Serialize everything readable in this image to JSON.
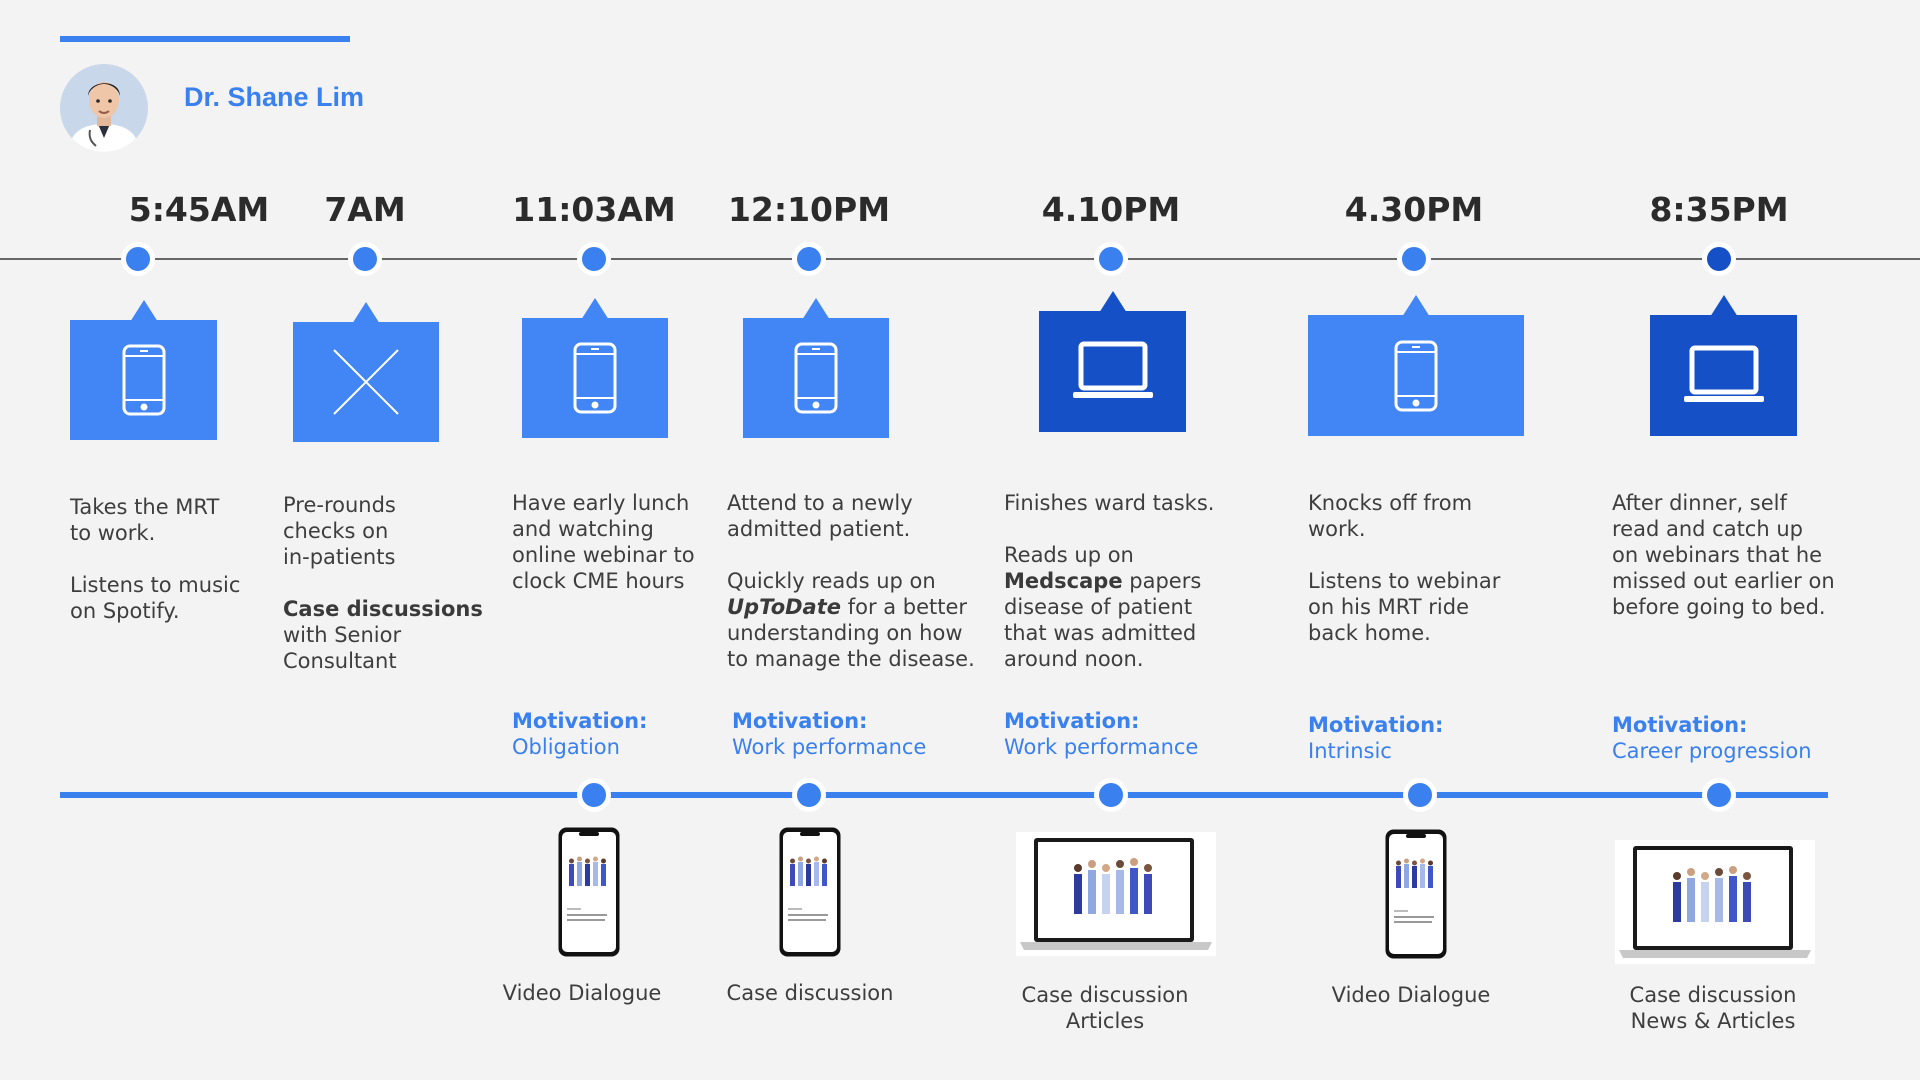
{
  "persona": {
    "name": "Dr. Shane Lim",
    "avatar_icon": "doctor-avatar"
  },
  "colors": {
    "accent": "#3a80ee",
    "card": "#4285f4",
    "card_dark": "#1550c7"
  },
  "events": [
    {
      "time": "5:45AM",
      "device": "phone",
      "desc1": "Takes the MRT\nto work.",
      "desc2": "Listens to music\non Spotify."
    },
    {
      "time": "7AM",
      "device": "none",
      "desc1": "Pre-rounds\nchecks on\nin-patients",
      "desc2_bold": "Case discussions",
      "desc2_rest": "with Senior\nConsultant"
    },
    {
      "time": "11:03AM",
      "device": "phone",
      "desc1": "Have early lunch\nand watching\nonline webinar to\nclock CME hours",
      "motivation_label": "Motivation:",
      "motivation": "Obligation",
      "media_device": "phone",
      "media_caption": "Video Dialogue"
    },
    {
      "time": "12:10PM",
      "device": "phone",
      "desc1": "Attend to a newly\nadmitted patient.",
      "desc2_pre": "Quickly reads up on",
      "desc2_bold_italic": "UpToDate",
      "desc2_rest": "for a better\nunderstanding on how\nto manage the disease.",
      "motivation_label": "Motivation:",
      "motivation": "Work performance",
      "media_device": "phone",
      "media_caption": "Case discussion"
    },
    {
      "time": "4.10PM",
      "device": "laptop",
      "desc1": "Finishes ward tasks.",
      "desc2_pre": "Reads up on",
      "desc2_bold": "Medscape",
      "desc2_rest": "papers\ndisease of patient\nthat was admitted\naround noon.",
      "motivation_label": "Motivation:",
      "motivation": "Work performance",
      "media_device": "laptop",
      "media_caption_line1": "Case discussion",
      "media_caption_line2": "Articles"
    },
    {
      "time": "4.30PM",
      "device": "phone",
      "desc1": "Knocks off from\nwork.",
      "desc2": "Listens to webinar\non his MRT ride\nback home.",
      "motivation_label": "Motivation:",
      "motivation": "Intrinsic",
      "media_device": "phone",
      "media_caption": "Video Dialogue"
    },
    {
      "time": "8:35PM",
      "device": "laptop",
      "desc1": "After dinner, self\nread and catch  up\non webinars that he\nmissed out earlier on\nbefore going to bed.",
      "motivation_label": "Motivation:",
      "motivation": "Career progression",
      "media_device": "laptop",
      "media_caption_line1": "Case discussion",
      "media_caption_line2": "News & Articles"
    }
  ]
}
